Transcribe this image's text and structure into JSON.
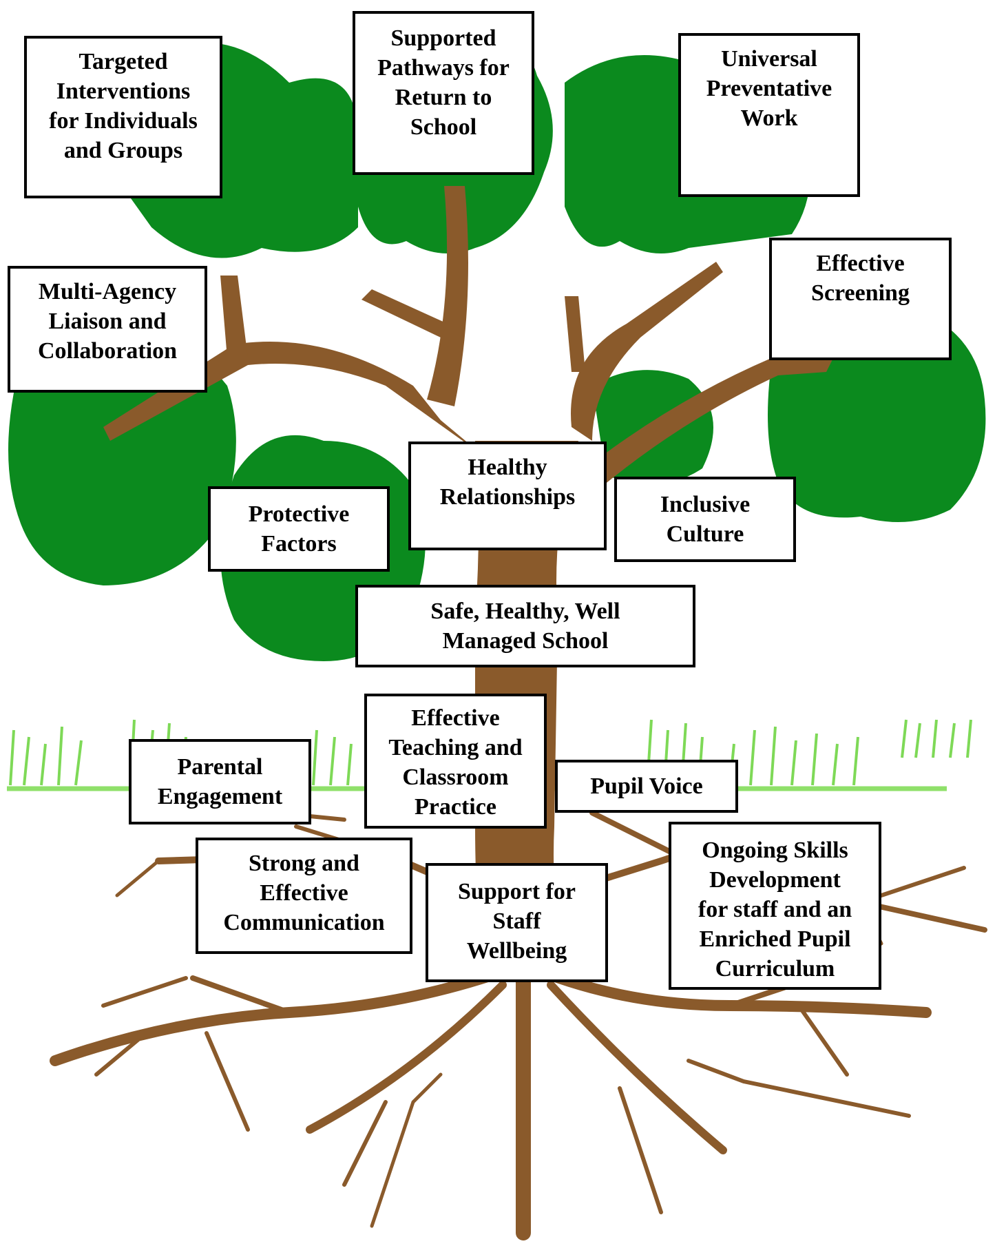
{
  "colors": {
    "foliage": "#0b8a1e",
    "trunk": "#8a5a2b",
    "grass": "#7ed957",
    "box_border": "#000000",
    "box_fill": "#ffffff"
  },
  "boxes": {
    "targeted": "Targeted\nInterventions\nfor Individuals\nand Groups",
    "pathways": "Supported\nPathways for\nReturn to\nSchool",
    "universal": "Universal\nPreventative\nWork",
    "multi_agency": "Multi-Agency\nLiaison and\nCollaboration",
    "screening": "Effective\nScreening",
    "healthy_relationships": "Healthy\nRelationships",
    "protective": "Protective\nFactors",
    "inclusive": "Inclusive\nCulture",
    "safe_school": "Safe, Healthy, Well\nManaged School",
    "teaching": "Effective\nTeaching and\nClassroom\nPractice",
    "parental": "Parental\nEngagement",
    "pupil_voice": "Pupil Voice",
    "communication": "Strong and\nEffective\nCommunication",
    "staff_wellbeing": "Support for\nStaff\nWellbeing",
    "skills": "Ongoing Skills\nDevelopment\nfor staff and an\nEnriched Pupil\nCurriculum"
  }
}
